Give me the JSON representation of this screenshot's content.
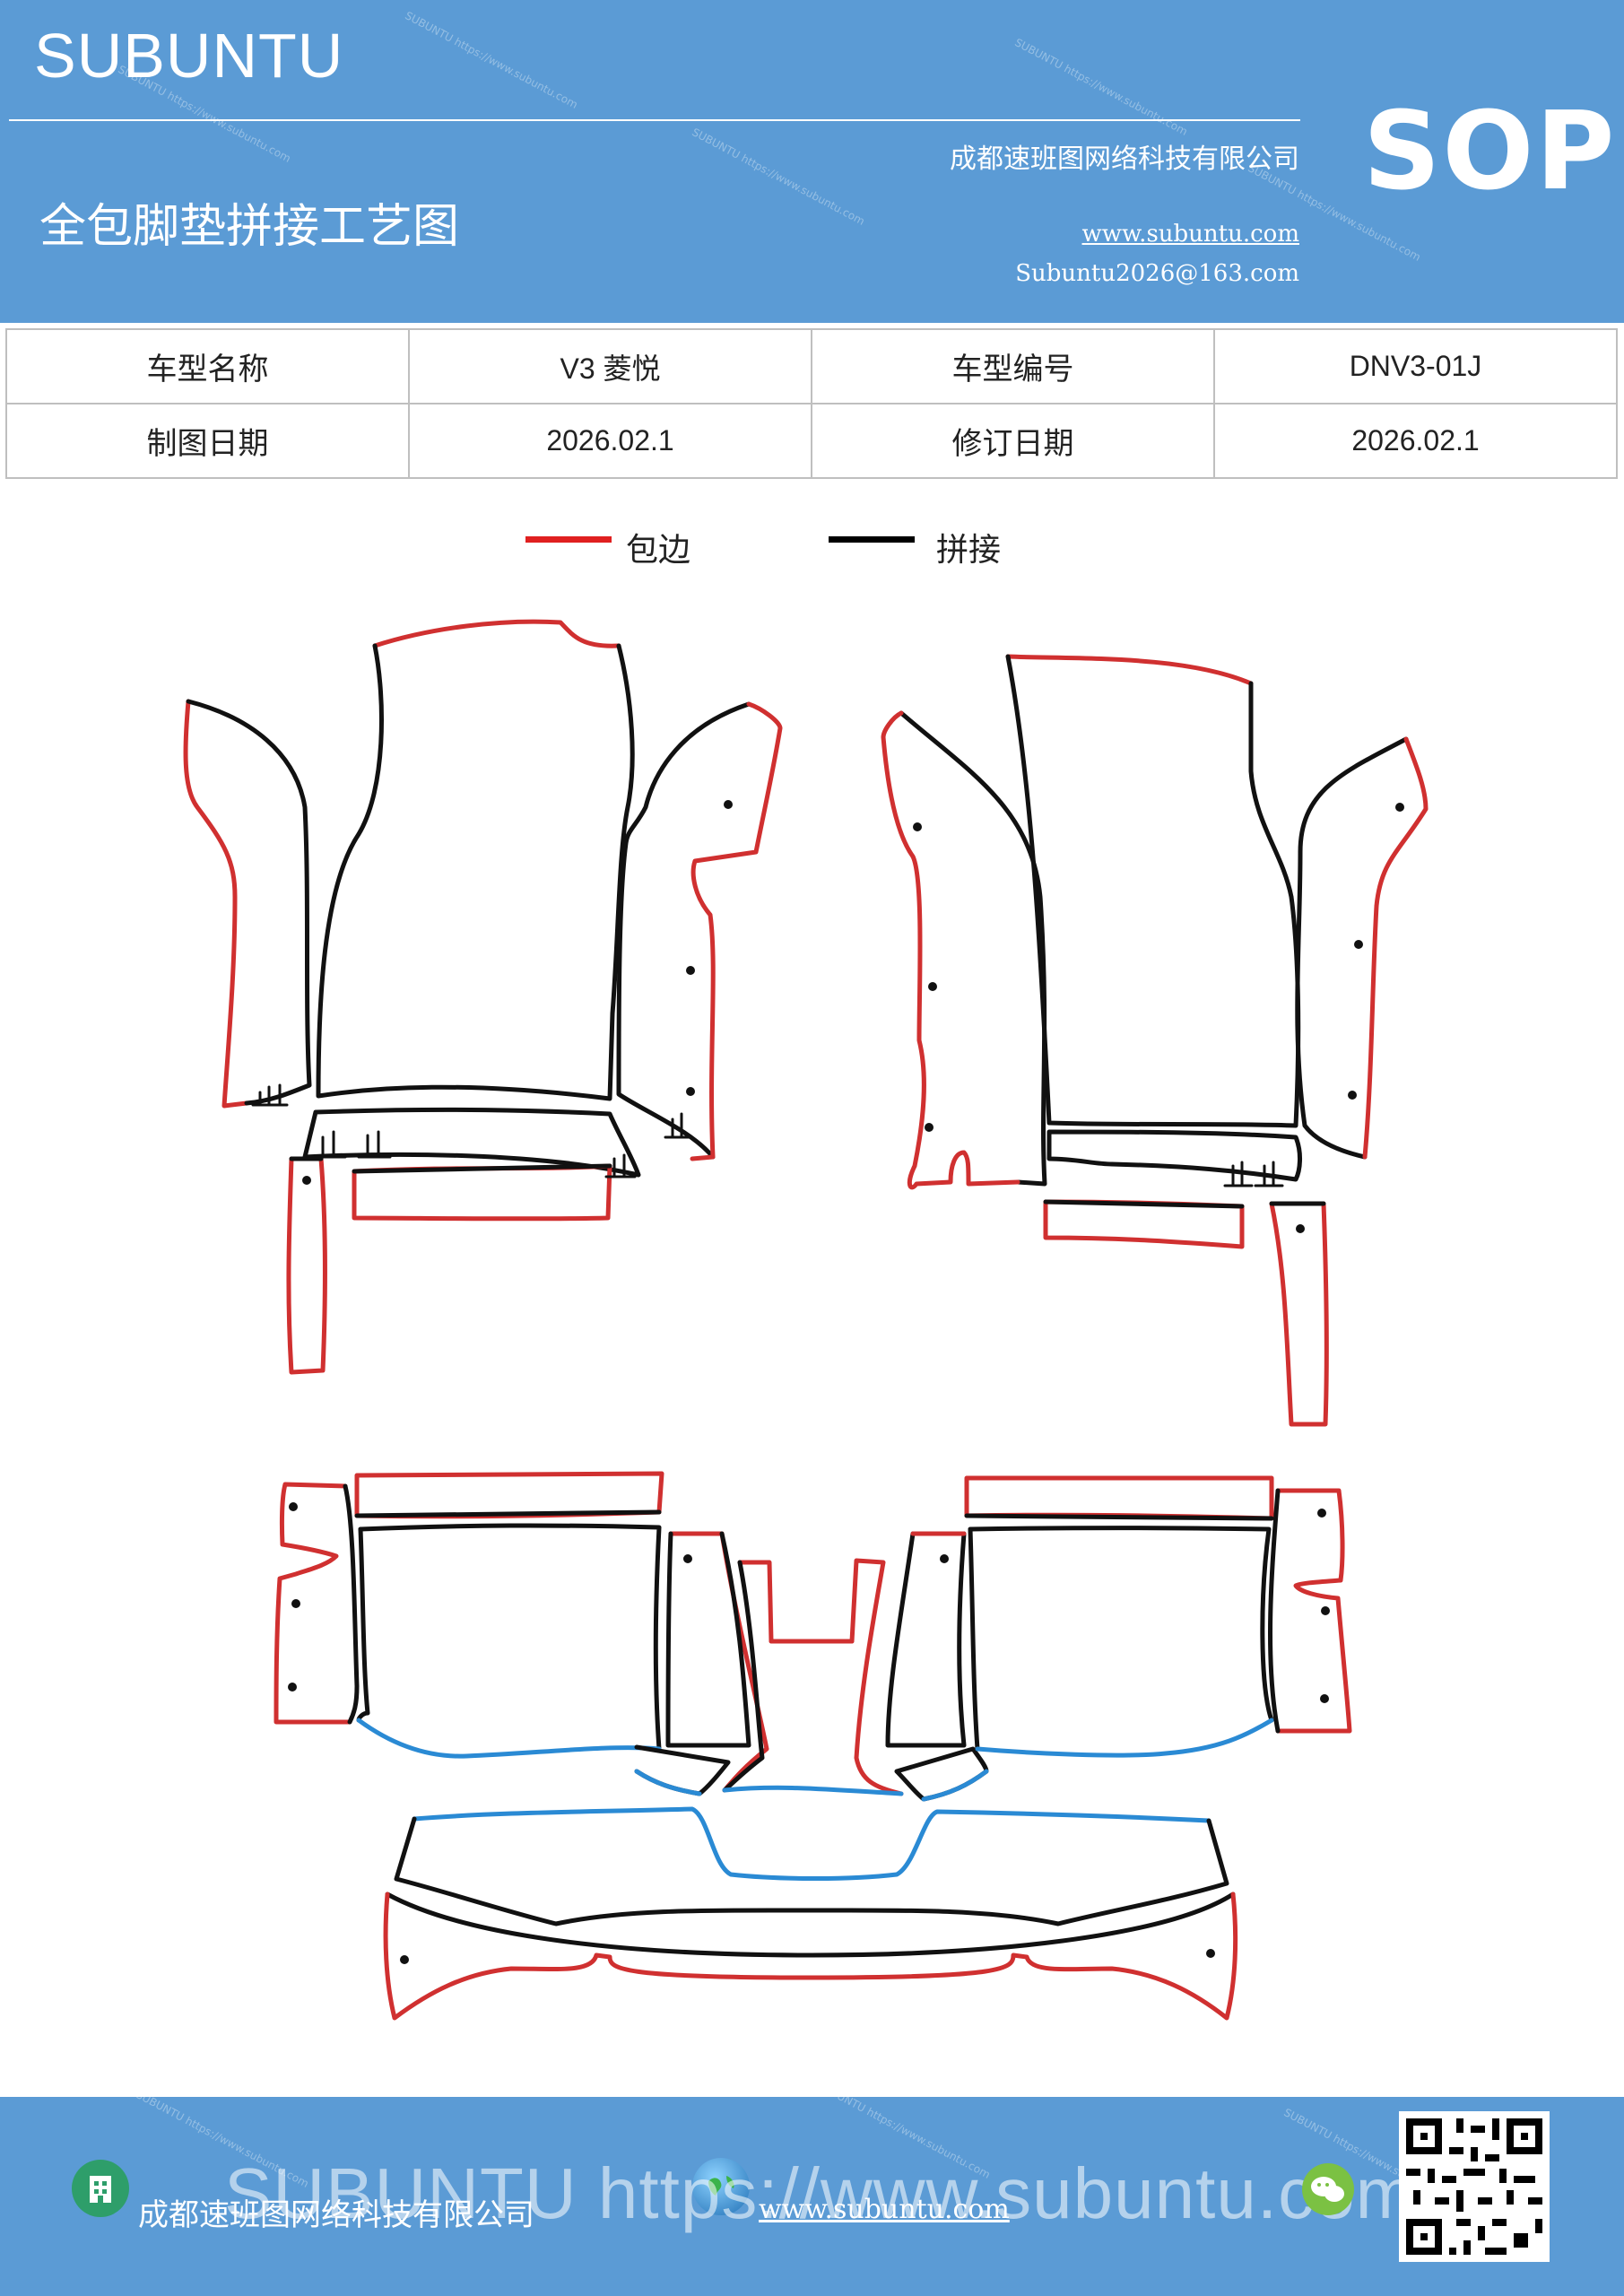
{
  "header": {
    "brand": "SUBUNTU",
    "title": "全包脚垫拼接工艺图",
    "company": "成都速班图网络科技有限公司",
    "website": "www.subuntu.com",
    "email": "Subuntu2026@163.com",
    "badge": "SOP",
    "watermark": "SUBUNTU https://www.subuntu.com"
  },
  "info_table": {
    "rows": [
      [
        "车型名称",
        "V3 菱悦",
        "车型编号",
        "DNV3-01J"
      ],
      [
        "制图日期",
        "2026.02.1",
        "修订日期",
        "2026.02.1"
      ]
    ]
  },
  "legend": {
    "items": [
      {
        "label": "包边",
        "color": "#e02020"
      },
      {
        "label": "拼接",
        "color": "#000000"
      }
    ]
  },
  "colors": {
    "header_bg": "#5b9bd5",
    "edge_binding": "#d03030",
    "seam": "#111111",
    "blue_edge": "#2a8ad4"
  },
  "footer": {
    "company": "成都速班图网络科技有限公司",
    "website": "www.subuntu.com",
    "overlay": "SUBUNTU https://www.subuntu.com",
    "icons": [
      "building-icon",
      "globe-icon",
      "wechat-icon",
      "qr-code"
    ]
  }
}
